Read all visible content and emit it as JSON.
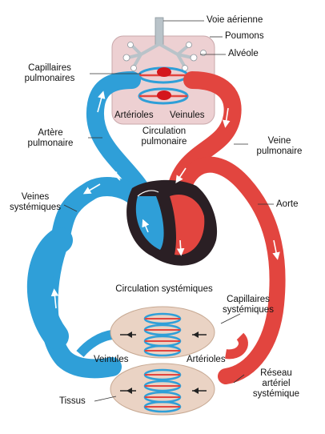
{
  "labels": {
    "voie_aerienne": "Voie aérienne",
    "poumons": "Poumons",
    "alveole": "Alvéole",
    "capillaires_pulmonaires_1": "Capillaires",
    "capillaires_pulmonaires_2": "pulmonaires",
    "arterioles_top": "Artérioles",
    "veinules_top": "Veinules",
    "circulation_pulmonaire_1": "Circulation",
    "circulation_pulmonaire_2": "pulmonaire",
    "artere_pulmonaire_1": "Artère",
    "artere_pulmonaire_2": "pulmonaire",
    "veine_pulmonaire_1": "Veine",
    "veine_pulmonaire_2": "pulmonaire",
    "veines_systemiques_1": "Veines",
    "veines_systemiques_2": "systémiques",
    "aorte": "Aorte",
    "circulation_systemiques": "Circulation systémiques",
    "capillaires_systemiques_1": "Capillaires",
    "capillaires_systemiques_2": "systémiques",
    "veinules_bottom": "Veinules",
    "arterioles_bottom": "Artérioles",
    "reseau_1": "Réseau",
    "reseau_2": "artériel",
    "reseau_3": "systémique",
    "tissus": "Tissus"
  },
  "colors": {
    "oxygenated": "#e2453f",
    "deoxygenated": "#2f9fd8",
    "lung": "#edd0d2",
    "tissue": "#ead3c4",
    "heart_muscle": "#2a1f24",
    "airway": "#b9c3c9"
  }
}
